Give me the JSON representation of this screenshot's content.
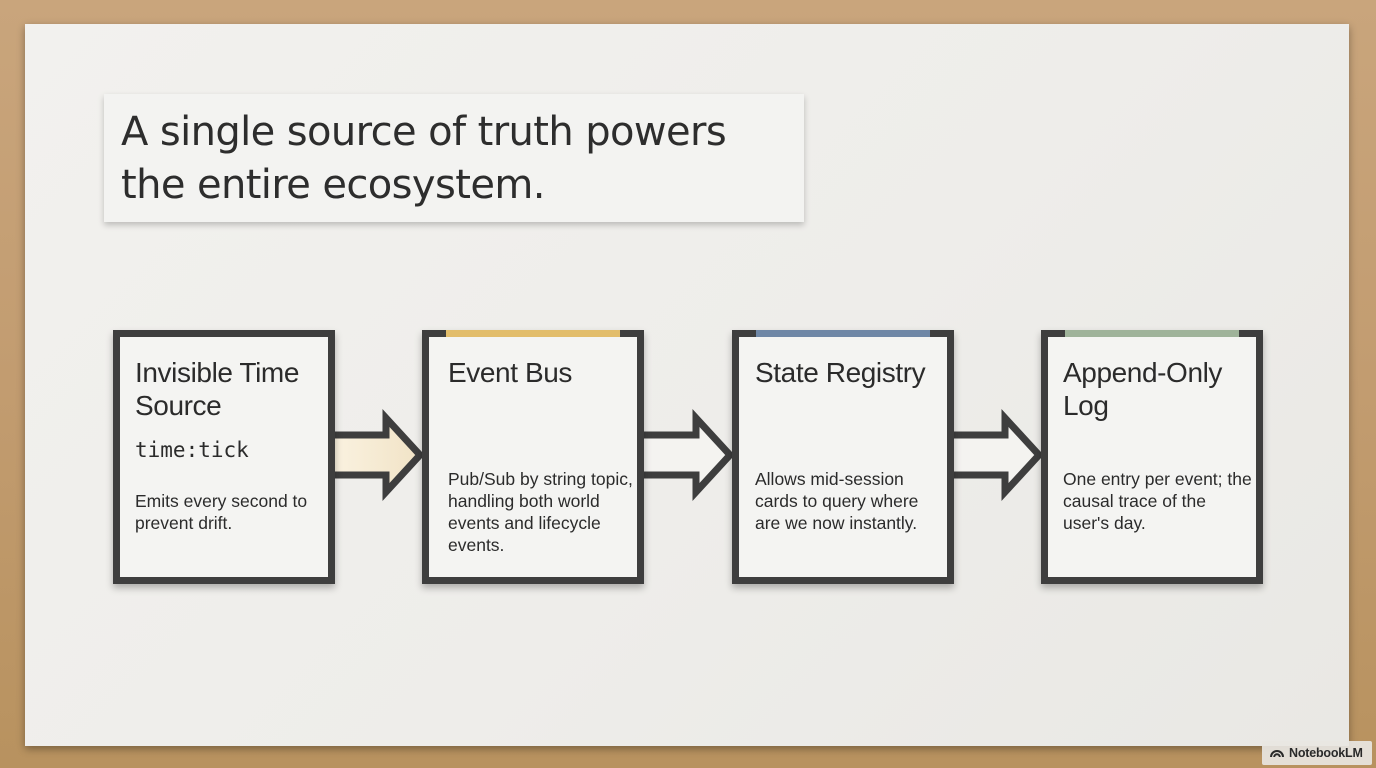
{
  "title": {
    "line1": "A single source of truth powers",
    "line2": "the entire ecosystem."
  },
  "nodes": [
    {
      "title": "Invisible Time Source",
      "code": "time:tick",
      "description": "Emits every second to prevent drift.",
      "accent": ""
    },
    {
      "title": "Event Bus",
      "description": "Pub/Sub by string topic, handling both world events and lifecycle events.",
      "accent": "#e2bd6b"
    },
    {
      "title": "State Registry",
      "description": "Allows mid-session cards to query where are we now instantly.",
      "accent": "#6f87a6"
    },
    {
      "title": "Append-Only Log",
      "description": "One entry per event; the causal trace of the user's day.",
      "accent": "#9fb39a"
    }
  ],
  "brand": {
    "label": "NotebookLM",
    "icon": "notebooklm-icon"
  }
}
